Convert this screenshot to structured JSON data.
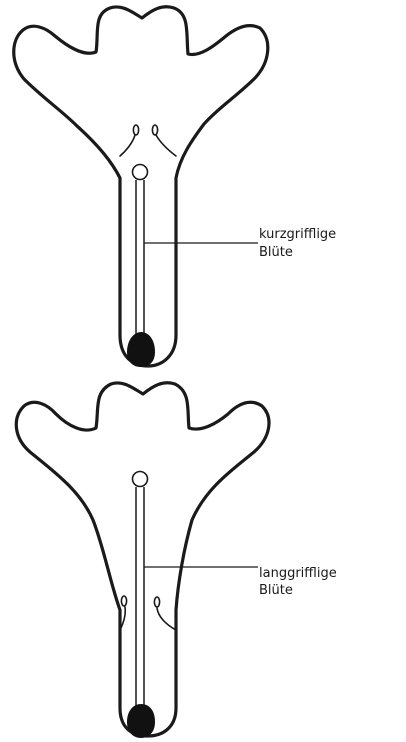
{
  "flowers": [
    {
      "label_line1": "kurzgrifflige",
      "label_line2": "Blüte"
    },
    {
      "label_line1": "langgrifflige",
      "label_line2": "Blüte"
    }
  ]
}
